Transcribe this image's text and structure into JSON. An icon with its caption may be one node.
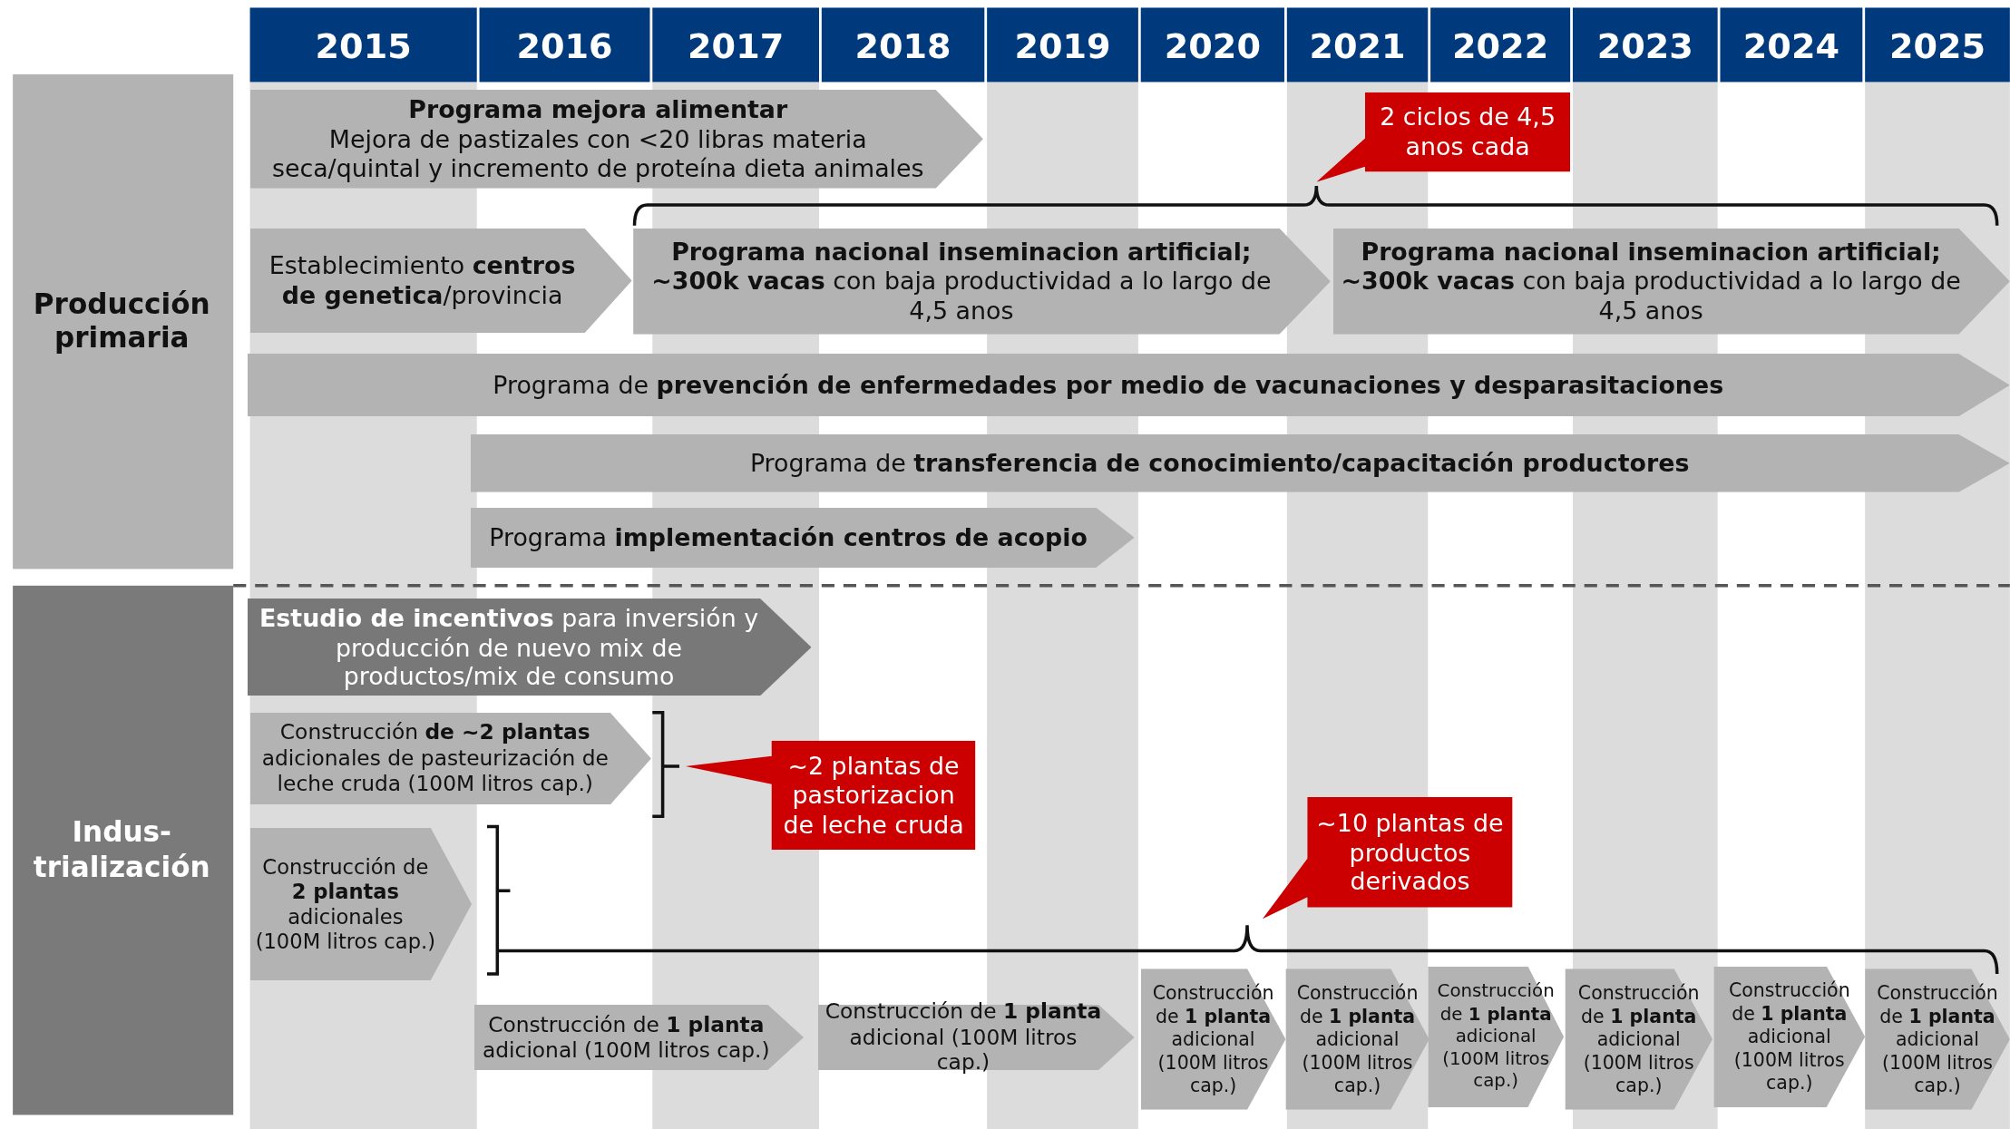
{
  "diagram": {
    "nodes": [
      {
        "text": [
          "Producción primaria"
        ]
      },
      {
        "text": [
          "Programa mejora alimentar",
          "Mejora de pastizales con <20 libras materia seca/quintal y incremento de proteína dieta animales"
        ]
      },
      {
        "text": [
          "2 ciclos de 4,5 anos cada"
        ]
      },
      {
        "text": [
          "Establecimiento **centros de genetica**/provincia"
        ]
      },
      {
        "text": [
          "**Programa nacional inseminacion artificial; ~300k vacas** con baja productividad a lo largo de 4,5 anos"
        ]
      },
      {
        "text": [
          "**Programa nacional inseminacion artificial; ~300k vacas** con baja productividad a lo largo de 4,5 anos"
        ]
      },
      {
        "text": [
          "Programa de **prevención de enfermedades por medio de vacunaciones y desparasitaciones**"
        ]
      },
      {
        "text": [
          "Programa de **transferencia de conocimiento/capacitación productores**"
        ]
      },
      {
        "text": [
          "Programa **implementación centros de acopio**"
        ]
      },
      {
        "text": [
          "Indus-trialización"
        ]
      },
      {
        "text": [
          "**Estudio de incentivos** para inversión y producción de nuevo mix de productos/mix de consumo"
        ]
      },
      {
        "text": [
          "Construcción **de ~2 plantas** adicionales de pasteurización de leche cruda (100M litros cap.)"
        ]
      },
      {
        "text": [
          "~2 plantas de pastorizacion de leche cruda"
        ]
      },
      {
        "text": [
          "Construcción de **2 plantas** adicionales (100M litros cap.)"
        ]
      },
      {
        "text": [
          "~10 plantas de productos derivados"
        ]
      },
      {
        "text": [
          "Construcción de **1 planta** adicional (100M litros cap.)"
        ]
      },
      {
        "text": [
          "Construcción de **1 planta** adicional (100M litros cap.)"
        ]
      },
      {
        "text": [
          "Construcción de **1 planta** adicional (100M litros cap.)"
        ]
      },
      {
        "text": [
          "Construcción de **1 planta** adicional (100M litros cap.)"
        ]
      },
      {
        "text": [
          "Construcción de **1 planta** adicional (100M litros cap.)"
        ]
      },
      {
        "text": [
          "Construcción de **1 planta** adicional (100M litros cap.)"
        ]
      },
      {
        "text": [
          "Construcción de **1 planta** adicional (100M litros cap.)"
        ]
      },
      {
        "text": [
          "Construcción de **1 planta** adicional (100M litros cap.)"
        ]
      }
    ],
    "labels": [
      "2015",
      "2016",
      "2017",
      "2018",
      "2019",
      "2020",
      "2021",
      "2022",
      "2023",
      "2024",
      "2025"
    ]
  }
}
